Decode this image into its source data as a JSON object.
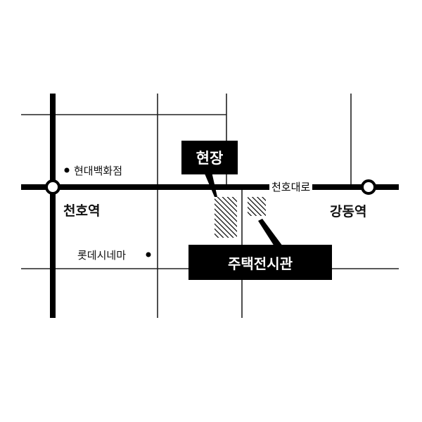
{
  "colors": {
    "road": "#000000",
    "minor_road": "#222222",
    "label_bg": "#000000",
    "label_text": "#ffffff",
    "background": "#ffffff"
  },
  "road": {
    "name": "천호대로"
  },
  "stations": {
    "left": "천호역",
    "right": "강동역"
  },
  "landmarks": {
    "hyundai": "현대백화점",
    "lotte": "롯데시네마"
  },
  "callouts": {
    "site": "현장",
    "model_house": "주택전시관"
  },
  "icons": {
    "station": "station-icon",
    "dot": "dot-icon",
    "hatch": "hatched-block-icon"
  }
}
